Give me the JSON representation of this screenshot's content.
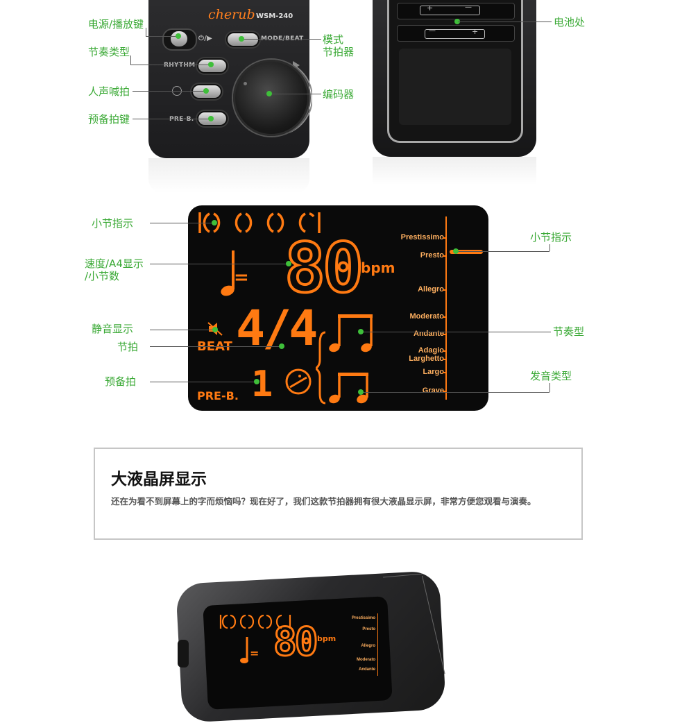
{
  "device": {
    "brand": "cherub",
    "model": "WSM-240",
    "power_symbol": "⏻/▶",
    "mode_beat_label": "MODE/BEAT",
    "rhythm_label": "RHYTHM",
    "pre_b_label": "PRE-B."
  },
  "callouts_top": {
    "power_play": "电源/播放键",
    "rhythm_type": "节奏类型",
    "voice_beat": "人声喊拍",
    "pre_beat_key": "预备拍键",
    "mode_line1": "模式",
    "mode_line2": "节拍器",
    "encoder": "编码器",
    "battery": "电池处"
  },
  "battery": {
    "plus": "+",
    "minus": "—"
  },
  "lcd": {
    "bpm_value": "80",
    "bpm_unit": "bpm",
    "equals": "=",
    "time_signature": "4/4",
    "beat_label": "BEAT",
    "pre_b_label": "PRE-B.",
    "pre_b_count": "1",
    "tempo_marks": [
      "Prestissimo",
      "Presto",
      "Allegro",
      "Moderato",
      "Andante",
      "Adagio",
      "Larghetto",
      "Largo",
      "Grave"
    ],
    "accent_color": "#ff7a12"
  },
  "callouts_lcd": {
    "measure_left": "小节指示",
    "speed_line1": "速度/A4显示",
    "speed_line2": "/小节数",
    "mute": "静音显示",
    "beat": "节拍",
    "pre_beat": "预备拍",
    "measure_right": "小节指示",
    "rhythm_pattern": "节奏型",
    "sound_type": "发音类型"
  },
  "info": {
    "title": "大液晶屏显示",
    "body": "还在为看不到屏幕上的字而烦恼吗？现在好了，我们这款节拍器拥有很大液晶显示屏，非常方便您观看与演奏。"
  },
  "photo": {
    "bpm_value": "80",
    "bpm_unit": "bpm",
    "equals": "=",
    "tempo_marks": [
      "Prestissimo",
      "Presto",
      "Allegro",
      "Moderato",
      "Andante"
    ]
  }
}
